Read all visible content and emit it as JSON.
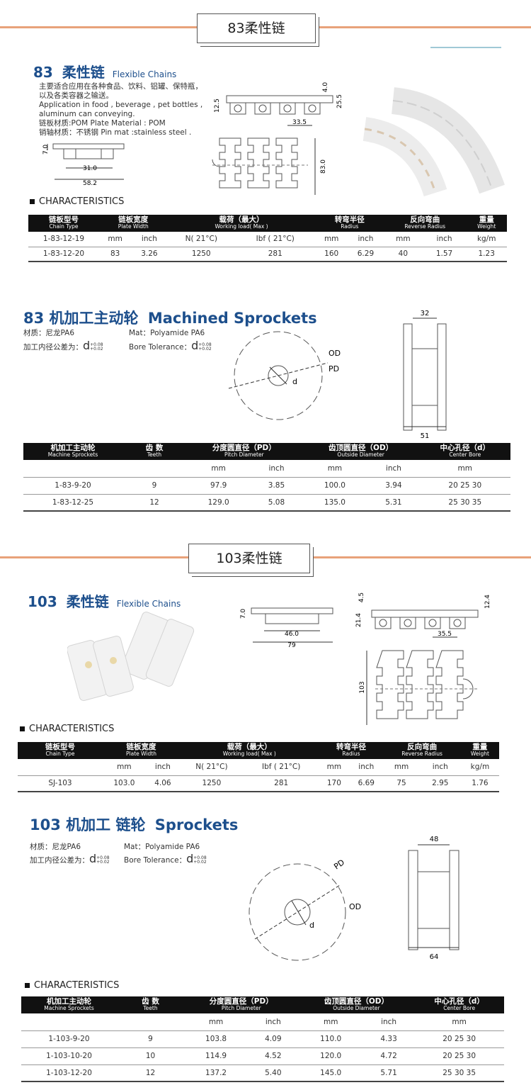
{
  "s1": {
    "header": "83柔性链",
    "title_num": "83",
    "title_cn": "柔性链",
    "title_en": "Flexible Chains",
    "desc": [
      "主要适合应用在各种食品、饮料、铝罐、保特瓶，",
      "以及各类容器之输送。",
      "Application in food , beverage , pet bottles ,",
      "aluminum can conveying.",
      "链板材质:POM Plate Material : POM",
      "销轴材质：不锈钢 Pin mat :stainless steel ."
    ],
    "dims": {
      "d1": "12.5",
      "d2": "4.0",
      "d3": "25.5",
      "d4": "33.5",
      "d5": "7.0",
      "d6": "31.0",
      "d7": "58.2",
      "d8": "83.0"
    },
    "char_title": "CHARACTERISTICS",
    "headers": [
      {
        "cn": "链板型号",
        "en": "Chain Type"
      },
      {
        "cn": "链板宽度",
        "en": "Plate Width"
      },
      {
        "cn": "载荷（最大）",
        "en": "Working load( Max )"
      },
      {
        "cn": "转弯半径",
        "en": "Radius"
      },
      {
        "cn": "反向弯曲",
        "en": "Reverse Radius"
      },
      {
        "cn": "重量",
        "en": "Weight"
      }
    ],
    "units": [
      "",
      "mm",
      "inch",
      "N( 21°C)",
      "Ibf ( 21°C)",
      "mm",
      "inch",
      "mm",
      "inch",
      "kg/m"
    ],
    "rows": [
      [
        "1-83-12-19",
        "",
        "",
        "",
        "",
        "",
        "",
        "",
        "",
        ""
      ],
      [
        "1-83-12-20",
        "83",
        "3.26",
        "1250",
        "281",
        "160",
        "6.29",
        "40",
        "1.57",
        "1.23"
      ]
    ]
  },
  "s2": {
    "title_cn": "83 机加工主动轮",
    "title_en": "Machined Sprockets",
    "mat_cn": "材质：尼龙PA6",
    "mat_en": "Mat：Polyamide PA6",
    "bore_cn": "加工内径公差为：",
    "bore_en": "Bore Tolerance：",
    "bore_sym": "d",
    "tol_up": "+0.08",
    "tol_low": "+0.02",
    "od": "OD",
    "pd": "PD",
    "d": "d",
    "w1": "32",
    "w2": "51",
    "headers": [
      {
        "cn": "机加工主动轮",
        "en": "Machine Sprockets"
      },
      {
        "cn": "齿 数",
        "en": "Teeth"
      },
      {
        "cn": "分度圆直径（PD）",
        "en": "Pitch Diameter"
      },
      {
        "cn": "齿顶圆直径（OD）",
        "en": "Outside Diameter"
      },
      {
        "cn": "中心孔径（d）",
        "en": "Center Bore"
      }
    ],
    "units": [
      "",
      "",
      "mm",
      "inch",
      "mm",
      "inch",
      "mm"
    ],
    "rows": [
      [
        "1-83-9-20",
        "9",
        "97.9",
        "3.85",
        "100.0",
        "3.94",
        "20 25 30"
      ],
      [
        "1-83-12-25",
        "12",
        "129.0",
        "5.08",
        "135.0",
        "5.31",
        "25 30 35"
      ]
    ]
  },
  "s3": {
    "header": "103柔性链",
    "title_num": "103",
    "title_cn": "柔性链",
    "title_en": "Flexible Chains",
    "dims": {
      "d1": "7.0",
      "d2": "46.0",
      "d3": "79",
      "d4": "4.5",
      "d5": "21.4",
      "d6": "12.4",
      "d7": "35.5",
      "d8": "103"
    },
    "char_title": "CHARACTERISTICS",
    "headers": [
      {
        "cn": "链板型号",
        "en": "Chain Type"
      },
      {
        "cn": "链板宽度",
        "en": "Plate Width"
      },
      {
        "cn": "载荷（最大）",
        "en": "Working load( Max )"
      },
      {
        "cn": "转弯半径",
        "en": "Radius"
      },
      {
        "cn": "反向弯曲",
        "en": "Reverse Radius"
      },
      {
        "cn": "重量",
        "en": "Weight"
      }
    ],
    "units": [
      "",
      "mm",
      "inch",
      "N( 21°C)",
      "Ibf ( 21°C)",
      "mm",
      "inch",
      "mm",
      "inch",
      "kg/m"
    ],
    "rows": [
      [
        "SJ-103",
        "103.0",
        "4.06",
        "1250",
        "281",
        "170",
        "6.69",
        "75",
        "2.95",
        "1.76"
      ]
    ]
  },
  "s4": {
    "title_cn": "103 机加工 链轮",
    "title_en": "Sprockets",
    "mat_cn": "材质：尼龙PA6",
    "mat_en": "Mat：Polyamide PA6",
    "bore_cn": "加工内径公差为：",
    "bore_en": "Bore Tolerance：",
    "bore_sym": "d",
    "tol_up": "+0.08",
    "tol_low": "+0.02",
    "od": "OD",
    "pd": "PD",
    "d": "d",
    "w1": "48",
    "w2": "64",
    "char_title": "CHARACTERISTICS",
    "headers": [
      {
        "cn": "机加工主动轮",
        "en": "Machine Sprockets"
      },
      {
        "cn": "齿 数",
        "en": "Teeth"
      },
      {
        "cn": "分度圆直径（PD）",
        "en": "Pitch Diameter"
      },
      {
        "cn": "齿顶圆直径（OD）",
        "en": "Outside Diameter"
      },
      {
        "cn": "中心孔径（d）",
        "en": "Center Bore"
      }
    ],
    "units": [
      "",
      "",
      "mm",
      "inch",
      "mm",
      "inch",
      "mm"
    ],
    "rows": [
      [
        "1-103-9-20",
        "9",
        "103.8",
        "4.09",
        "110.0",
        "4.33",
        "20 25 30"
      ],
      [
        "1-103-10-20",
        "10",
        "114.9",
        "4.52",
        "120.0",
        "4.72",
        "20 25 30"
      ],
      [
        "1-103-12-20",
        "12",
        "137.2",
        "5.40",
        "145.0",
        "5.71",
        "25 30 35"
      ]
    ]
  }
}
